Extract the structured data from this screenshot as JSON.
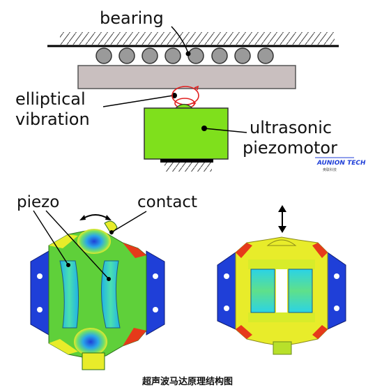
{
  "labels": {
    "bearing": "bearing",
    "elliptical": "elliptical",
    "vibration": "vibration",
    "ultrasonic": "ultrasonic",
    "piezomotor": "piezomotor",
    "piezo": "piezo",
    "contact": "contact"
  },
  "logo": {
    "text": "AUNION TECH",
    "subtext": "奥联科技"
  },
  "caption": "超声波马达原理结构图",
  "colors": {
    "rail": "#000000",
    "slider": "#c9bfbf",
    "ball": "#9a9a9a",
    "piezo_block": "#7fe01c",
    "vibration_red": "#e02020",
    "fem_blue": "#1f3fd8",
    "fem_green": "#5fd03a",
    "fem_yellow": "#e8ec2a",
    "fem_red": "#e63a1a"
  },
  "icons": {
    "double_arrow_horizontal": "curved-double-arrow",
    "double_arrow_vertical": "vertical-double-arrow"
  }
}
